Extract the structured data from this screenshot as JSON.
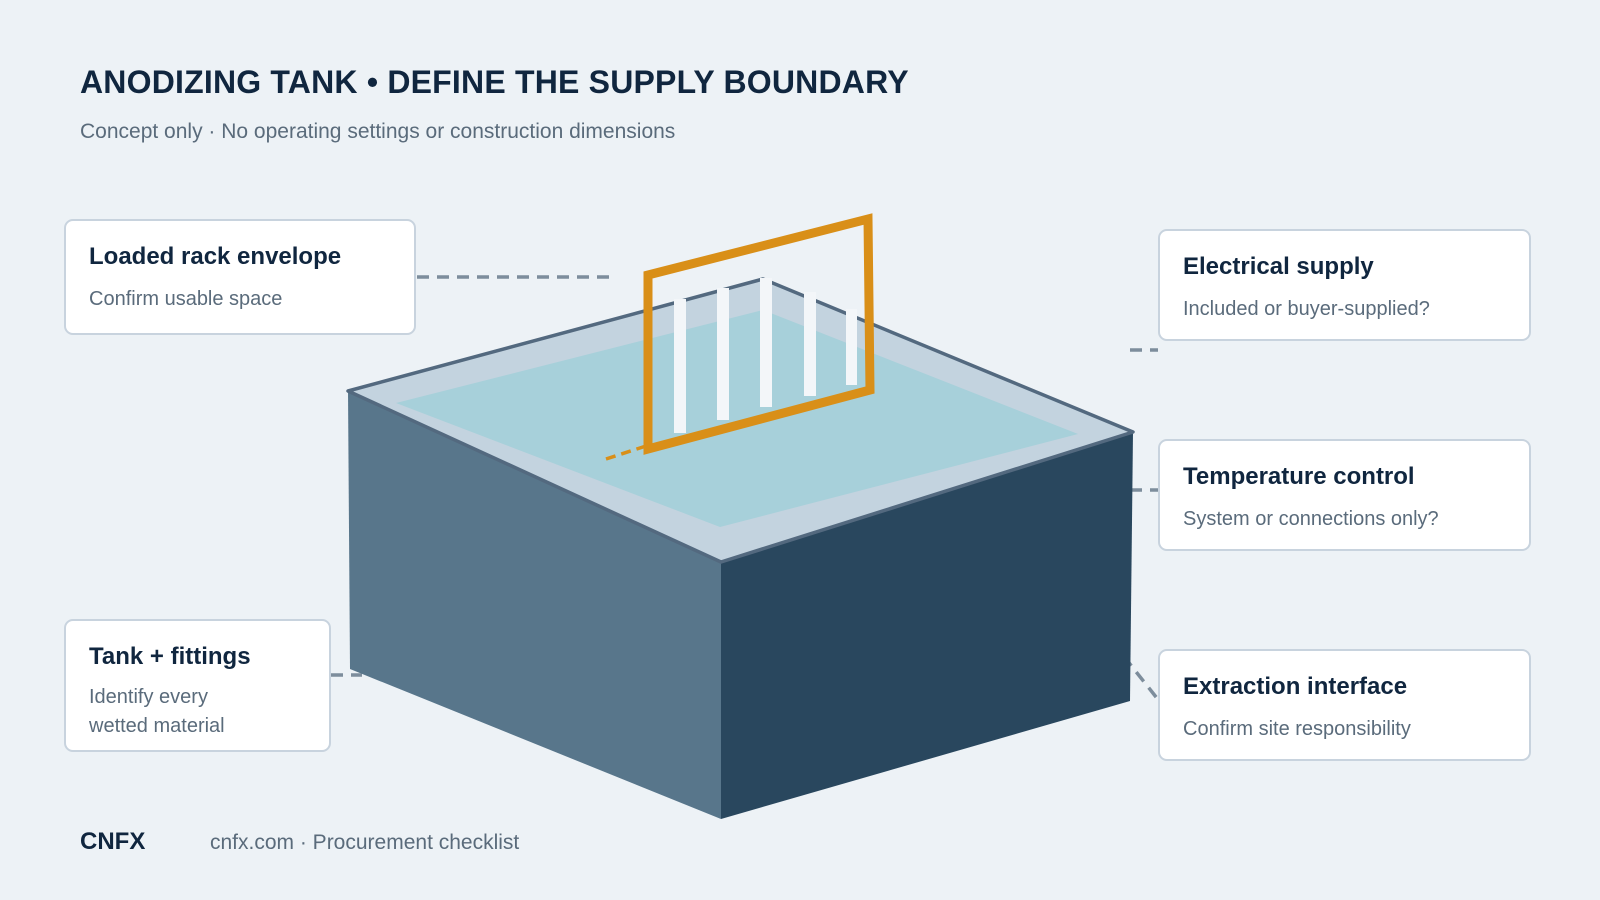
{
  "header": {
    "title": "ANODIZING TANK • DEFINE THE SUPPLY BOUNDARY",
    "subtitle": "Concept only · No operating settings or construction dimensions"
  },
  "callouts": {
    "rack": {
      "title": "Loaded rack envelope",
      "lines": [
        "Confirm usable space"
      ]
    },
    "tank": {
      "title": "Tank + fittings",
      "lines": [
        "Identify every",
        "wetted material"
      ]
    },
    "electrical": {
      "title": "Electrical supply",
      "lines": [
        "Included or buyer-supplied?"
      ]
    },
    "temperature": {
      "title": "Temperature control",
      "lines": [
        "System or connections only?"
      ]
    },
    "extraction": {
      "title": "Extraction interface",
      "lines": [
        "Confirm site responsibility"
      ]
    }
  },
  "footer": {
    "brand": "CNFX",
    "text": "cnfx.com · Procurement checklist"
  },
  "colors": {
    "background": "#edf2f6",
    "tank_left_face": "#58768b",
    "tank_right_face": "#29475e",
    "tank_rim": "#c3d3df",
    "tank_rim_edge": "#53697f",
    "liquid": "#a7d0da",
    "rack_frame": "#d98f18",
    "leader_line": "#7d8d9c",
    "title_text": "#10263f",
    "muted_text": "#5a6b7b"
  }
}
